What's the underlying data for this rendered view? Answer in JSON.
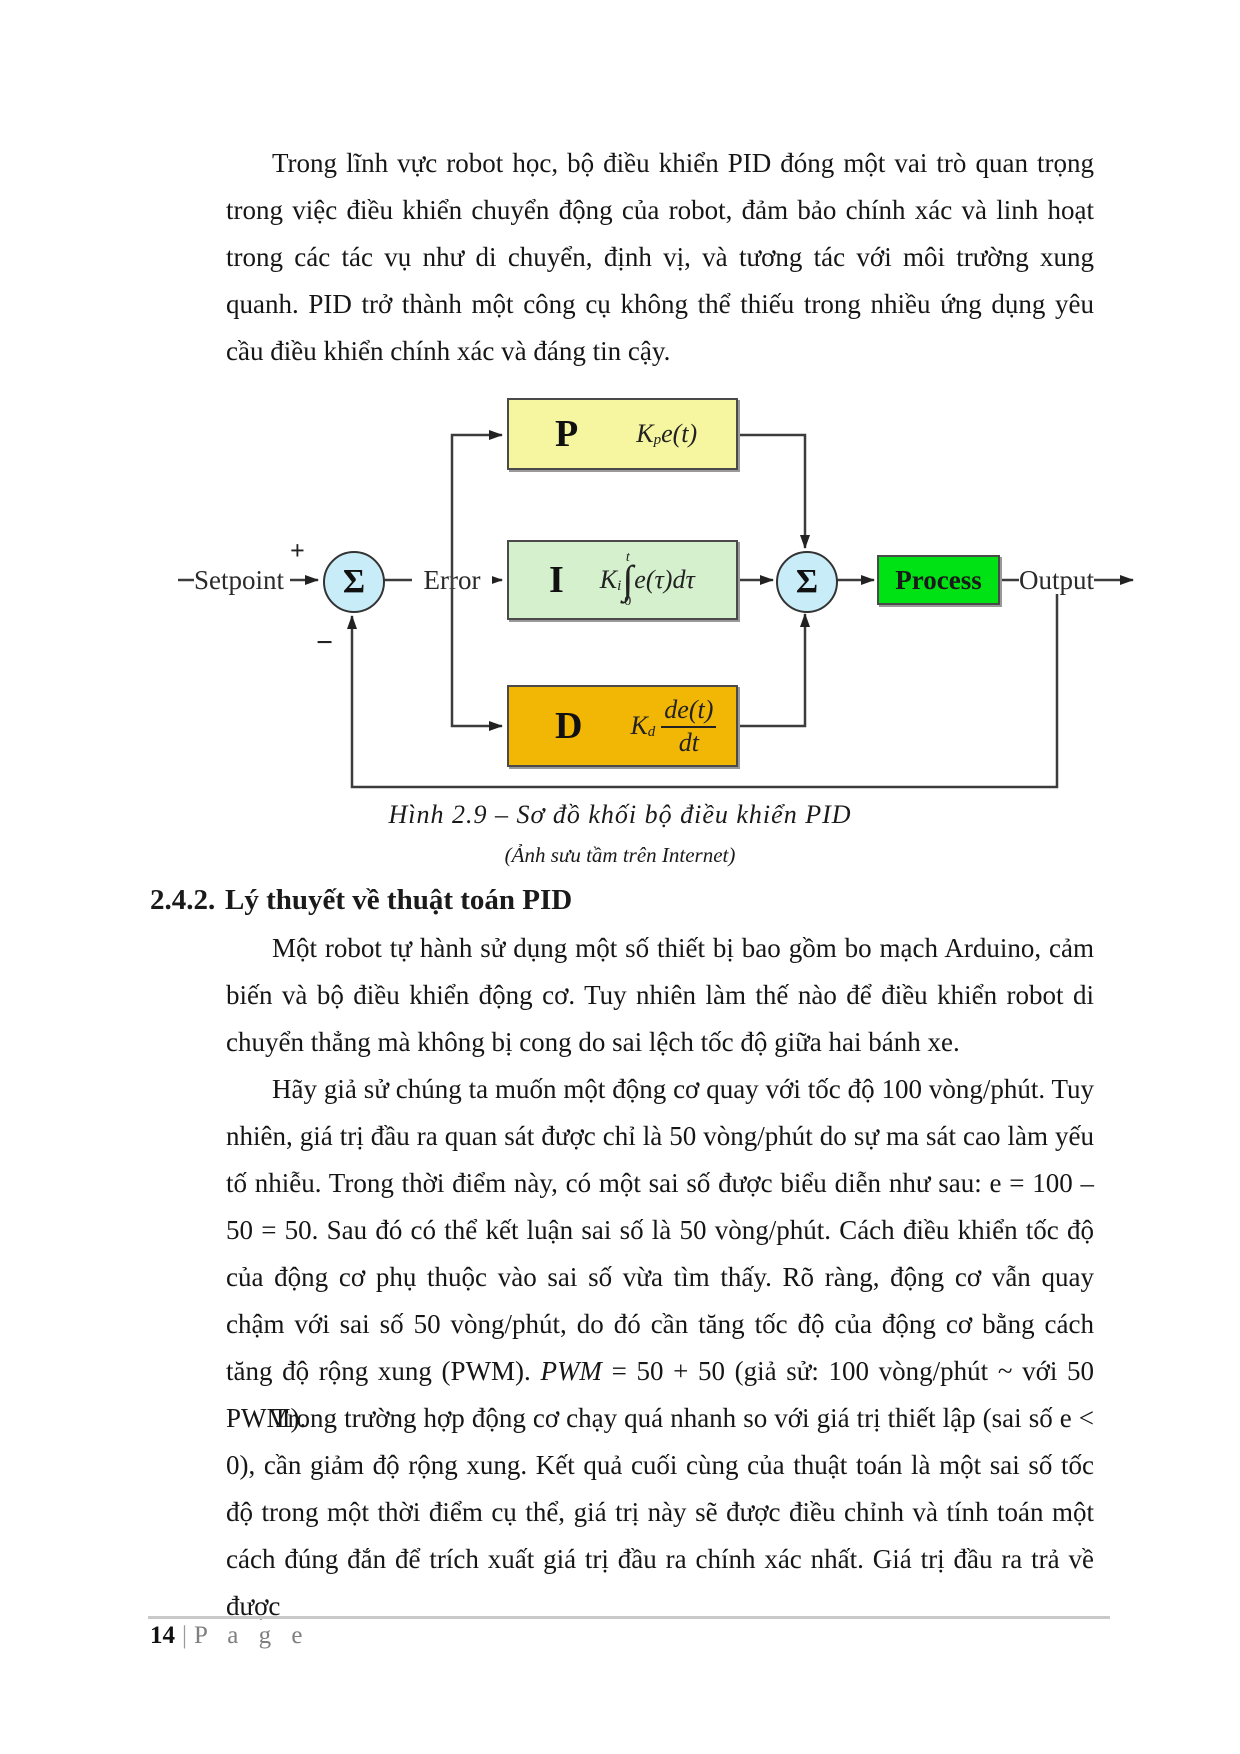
{
  "document": {
    "paragraphs": {
      "p1": "Trong lĩnh vực robot học, bộ điều khiển PID đóng một vai trò quan trọng trong việc điều khiển chuyển động của robot, đảm bảo chính xác và linh hoạt trong các tác vụ như di chuyển, định vị, và tương tác với môi trường xung quanh. PID trở thành một công cụ không thể thiếu trong nhiều ứng dụng yêu cầu điều khiển chính xác và đáng tin cậy.",
      "p2": "Một robot tự hành sử dụng một số thiết bị bao gồm bo mạch Arduino, cảm biến và bộ điều khiển động cơ. Tuy nhiên làm thế nào để điều khiển robot di chuyển thẳng mà không bị cong do sai lệch tốc độ giữa hai bánh xe.",
      "p3_pre": "Hãy giả sử chúng ta muốn một động cơ quay với tốc độ 100 vòng/phút. Tuy nhiên, giá trị đầu ra quan sát được chỉ là 50 vòng/phút do sự ma sát cao làm yếu tố nhiễu. Trong thời điểm này, có một sai số được biểu diễn như sau: e = 100 – 50 = 50. Sau đó có thể kết luận sai số là 50 vòng/phút. Cách điều khiển tốc độ của động cơ phụ thuộc vào sai số vừa tìm thấy. Rõ ràng, động cơ vẫn quay chậm với sai số 50 vòng/phút, do đó cần tăng tốc độ của động cơ bằng cách tăng độ rộng xung (PWM). ",
      "p3_italic": "PWM",
      "p3_post": " = 50 + 50 (giả sử: 100 vòng/phút ~ với 50 PWM).",
      "p4": "Trong trường hợp động cơ chạy quá nhanh so với giá trị thiết lập (sai số e < 0), cần giảm độ rộng xung. Kết quả cuối cùng của thuật toán là một sai số tốc độ trong một thời điểm cụ thể, giá trị này sẽ được điều chỉnh và tính toán một cách đúng đắn để trích xuất giá trị đầu ra chính xác nhất. Giá trị đầu ra trả về được"
    },
    "figure": {
      "caption_title": "Hình 2.9 – Sơ đồ khối bộ điều khiển PID",
      "caption_source": "(Ảnh sưu tầm trên Internet)",
      "diagram": {
        "setpoint_label": "Setpoint",
        "plus_sign": "+",
        "minus_sign": "−",
        "sum_symbol": "Σ",
        "error_label": "Error",
        "p_block": {
          "letter": "P",
          "coef": "K",
          "coef_sub": "p",
          "expr": "e(t)"
        },
        "i_block": {
          "letter": "I",
          "coef": "K",
          "coef_sub": "i",
          "upper_limit": "t",
          "integral_sign": "∫",
          "lower_limit": "0",
          "expr": "e(τ)dτ"
        },
        "d_block": {
          "letter": "D",
          "coef": "K",
          "coef_sub": "d",
          "numerator": "de(t)",
          "denominator": "dt"
        },
        "process_label": "Process",
        "output_label": "Output",
        "colors": {
          "p_fill": "#f6f5a0",
          "i_fill": "#d5f0cd",
          "d_fill": "#f2b705",
          "process_fill": "#00e214",
          "sum_fill": "#c8ecf8",
          "line": "#3c3c3c"
        }
      }
    },
    "section_heading": {
      "number": "2.4.2.",
      "title": "Lý thuyết về thuật toán PID"
    },
    "footer": {
      "page_number": "14",
      "separator": "|",
      "page_word": "P a g e"
    }
  }
}
